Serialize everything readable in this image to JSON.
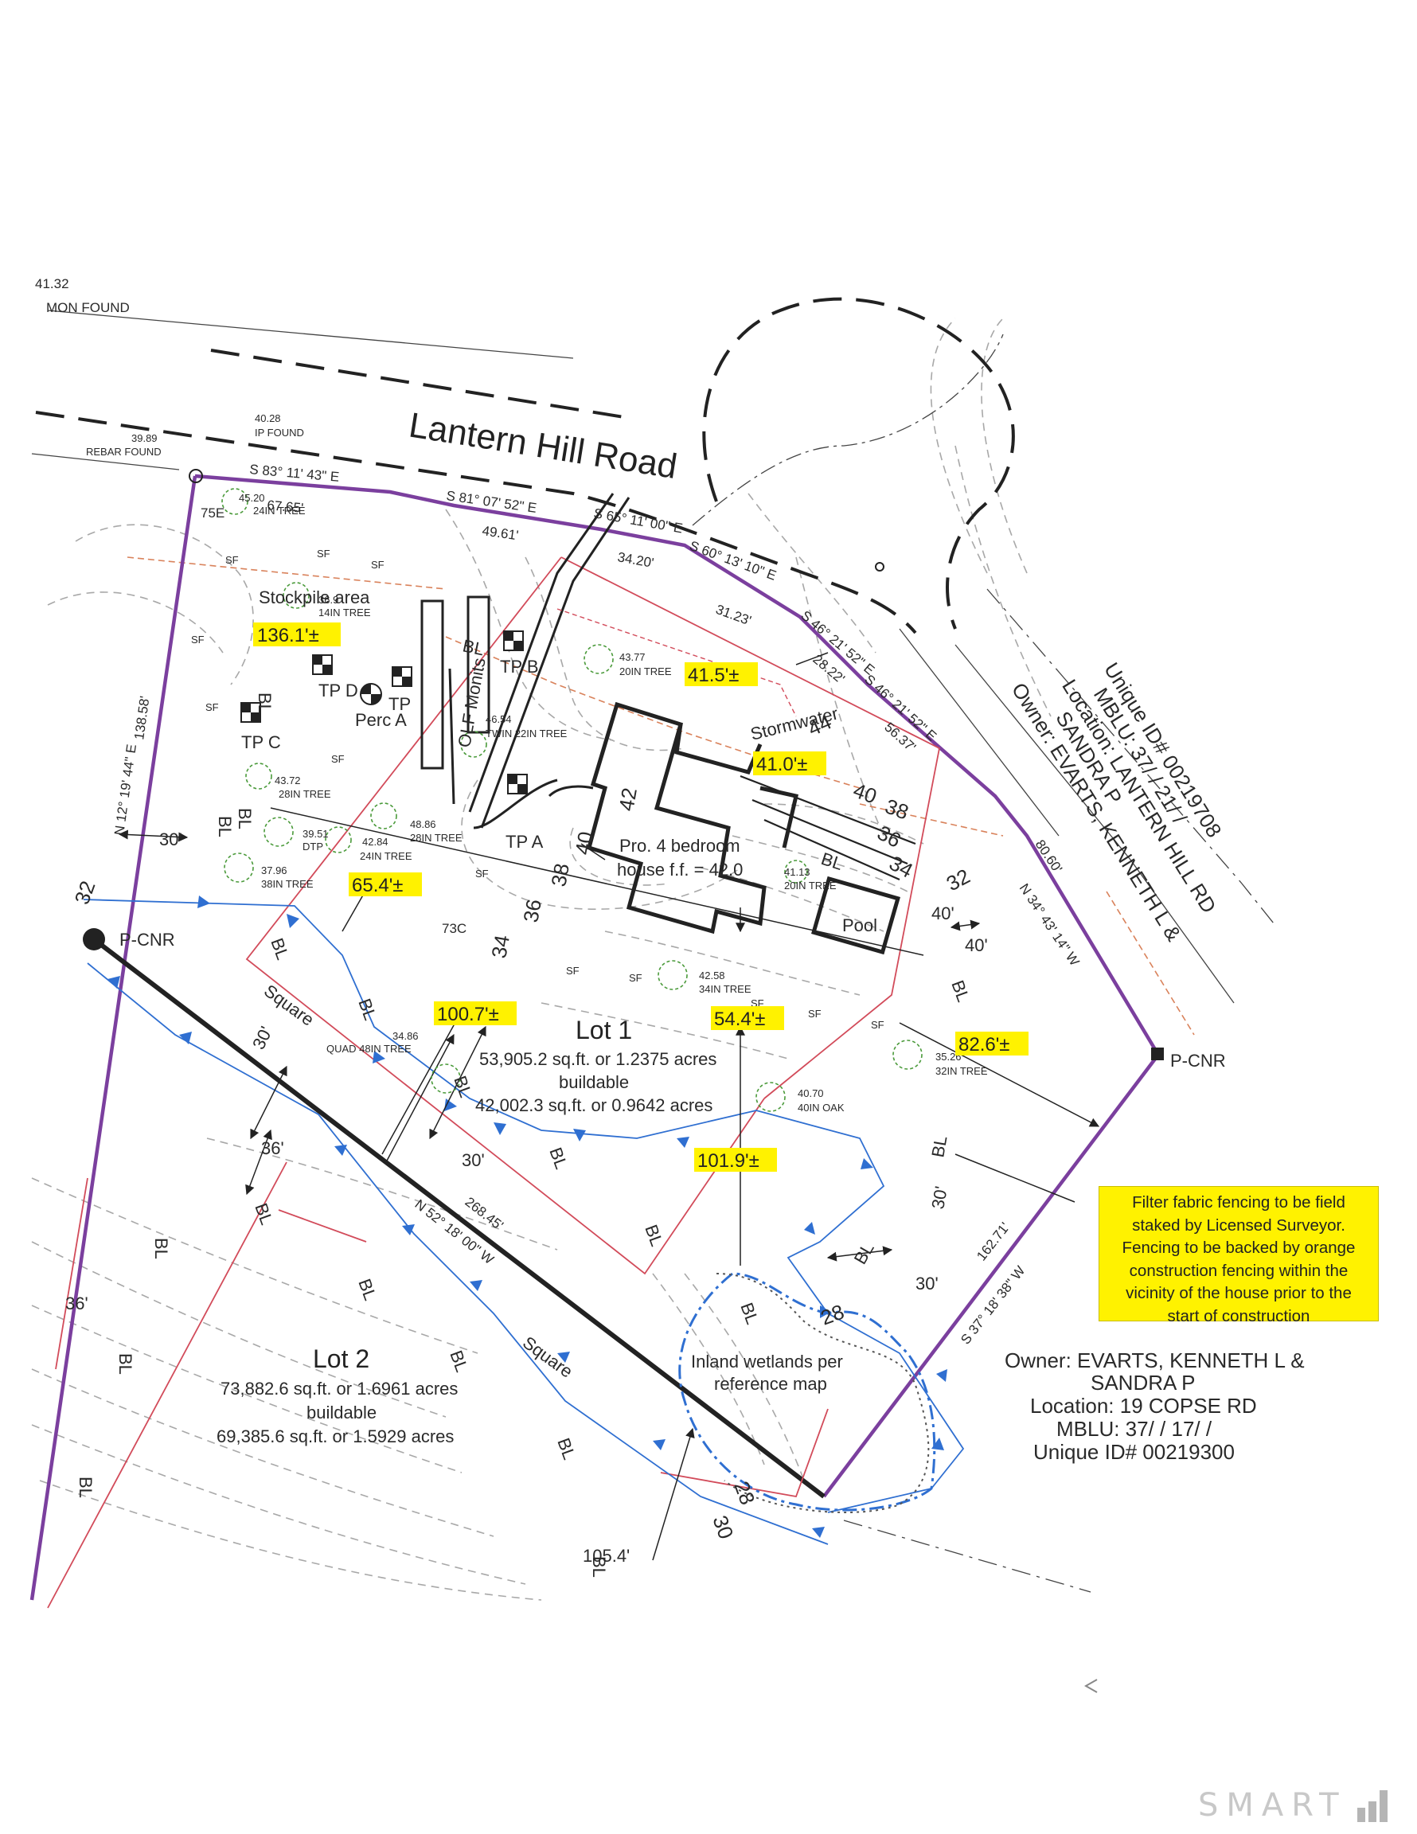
{
  "plan": {
    "road_name": "Lantern Hill Road",
    "monument": {
      "value": "41.32",
      "label": "MON FOUND"
    },
    "rebar": {
      "value": "39.89",
      "label": "REBAR FOUND"
    },
    "ip": {
      "value": "40.28",
      "label": "IP FOUND"
    },
    "bearings": {
      "b1": "S 83° 11' 43\" E",
      "d1": "67.65'",
      "b2": "S 81° 07' 52\" E",
      "d2": "49.61'",
      "b3": "S 65° 11' 00\" E",
      "d3": "34.20'",
      "b4": "S 60° 13' 10\" E",
      "d4": "31.23'",
      "b5": "S 46° 21' 52\" E",
      "d5": "28.22'",
      "b6": "S 46° 21' 52\" E",
      "d6": "56.37'",
      "west": "N 12° 19' 44\" E",
      "west_d": "138.58'",
      "east": "N 34° 43' 14\" W",
      "east_d": "80.60'",
      "south_e": "S 37° 18' 38\" W",
      "south_e_d": "162.71'",
      "diag": "N 52° 18' 00\" W",
      "diag_d": "268.45'"
    },
    "corners": {
      "west": "P-CNR",
      "east": "P-CNR"
    },
    "trees": {
      "t1": {
        "elev": "45.20",
        "desc": "24IN TREE"
      },
      "t2": {
        "elev": "36.9",
        "desc": "14IN TREE"
      },
      "t3": {
        "elev": "43.77",
        "desc": "20IN TREE"
      },
      "t4": {
        "elev": "46.54",
        "desc": "TWIN 22IN TREE"
      },
      "t5": {
        "elev": "43.72",
        "desc": "28IN TREE"
      },
      "t6": {
        "elev": "39.51",
        "desc": "DTP"
      },
      "t7": {
        "elev": "42.84",
        "desc": "24IN TREE"
      },
      "t8": {
        "elev": "48.86",
        "desc": "28IN TREE"
      },
      "t9": {
        "elev": "37.96",
        "desc": "38IN TREE"
      },
      "t10": {
        "elev": "41.13",
        "desc": "20IN TREE"
      },
      "t11": {
        "elev": "42.58",
        "desc": "34IN TREE"
      },
      "t12": {
        "elev": "34.86",
        "desc": "QUAD 48IN TREE"
      },
      "t13": {
        "elev": "35.26",
        "desc": "32IN TREE"
      },
      "t14": {
        "elev": "40.70",
        "desc": "40IN OAK"
      }
    },
    "labels": {
      "stockpile": "Stockpile area",
      "soil": "75E",
      "soil2": "73C",
      "tpd": "TP D",
      "perc": "Perc A",
      "tp": "TP",
      "tpc": "TP C",
      "tpb": "TP B",
      "tpa": "TP A",
      "monitoring": "OLF Monits",
      "stormwater": "Stormwater",
      "house": "Pro. 4 bedroom",
      "house2": "house f.f. = 42.0",
      "pool": "Pool",
      "square": "Square",
      "bl": "BL",
      "sf": "SF",
      "wetlands1": "Inland wetlands per",
      "wetlands2": "reference map",
      "setback30": "30'",
      "setback36": "36'",
      "setback40": "40'",
      "contour28": "28",
      "contour30": "30",
      "contour32": "32",
      "contour34": "34",
      "contour36": "36",
      "contour38": "38",
      "contour40": "40",
      "contour42": "42",
      "contour44": "44"
    },
    "highlights": {
      "h1": "136.1'±",
      "h2": "41.5'±",
      "h3": "41.0'±",
      "h4": "65.4'±",
      "h5": "100.7'±",
      "h6": "54.4'±",
      "h7": "82.6'±",
      "h8": "101.9'±"
    },
    "dim_105": "105.4'",
    "lot1": {
      "name": "Lot 1",
      "area": "53,905.2 sq.ft. or 1.2375 acres",
      "buildable_label": "buildable",
      "buildable": "42,002.3 sq.ft. or 0.9642 acres"
    },
    "lot2": {
      "name": "Lot 2",
      "area": "73,882.6 sq.ft. or 1.6961 acres",
      "buildable_label": "buildable",
      "buildable": "69,385.6 sq.ft. or 1.5929 acres"
    },
    "owner_ne": {
      "owner": "Owner: EVARTS, KENNETH L &",
      "owner2": "SANDRA P",
      "location": "Location: LANTERN HILL RD",
      "mblu": "MBLU: 37/ / 21/ /",
      "uid": "Unique ID# 00219708"
    },
    "owner_se": {
      "owner": "Owner: EVARTS, KENNETH L &",
      "owner2": "SANDRA P",
      "location": "Location: 19 COPSE RD",
      "mblu": "MBLU: 37/ / 17/ /",
      "uid": "Unique ID# 00219300"
    }
  },
  "note": {
    "lines": [
      "Filter fabric fencing to be field",
      "staked by Licensed Surveyor.",
      "Fencing to be backed by orange",
      "construction fencing within the",
      "vicinity of the house prior to the",
      "start of construction"
    ]
  },
  "branding": {
    "text": "SMART"
  },
  "colors": {
    "boundary": "#7b3f9e",
    "silt": "#2f6fd1",
    "setback": "#d24b5a",
    "contour": "#9a9a9a",
    "flood": "#d9825b",
    "highlight": "#fff200"
  }
}
